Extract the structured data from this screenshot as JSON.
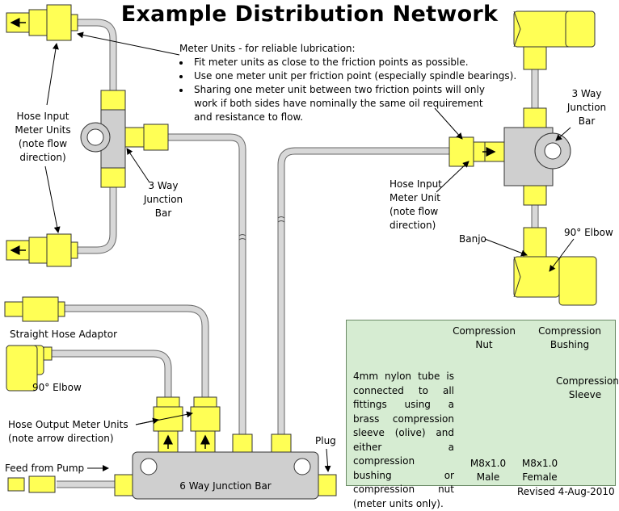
{
  "title": "Example Distribution Network",
  "meter_notes": {
    "heading": "Meter Units - for reliable lubrication:",
    "bullets": [
      "Fit meter units as close to the friction points as possible.",
      "Use one meter unit per friction point (especially spindle bearings).",
      "Sharing one meter unit between two friction points will only work if both sides have nominally the same oil requirement and resistance to flow."
    ]
  },
  "labels": {
    "hose_input_left": [
      "Hose Input",
      "Meter Units",
      "(note flow",
      "direction)"
    ],
    "junction_3way_left": [
      "3 Way",
      "Junction",
      "Bar"
    ],
    "junction_3way_right": [
      "3 Way",
      "Junction",
      "Bar"
    ],
    "hose_input_right": [
      "Hose Input",
      "Meter Unit",
      "(note flow",
      "direction)"
    ],
    "banjo": "Banjo",
    "elbow_right": "90° Elbow",
    "straight_hose_adaptor": "Straight Hose Adaptor",
    "elbow_left": "90° Elbow",
    "hose_output": [
      "Hose Output Meter Units",
      "(note arrow direction)"
    ],
    "plug": "Plug",
    "feed": "Feed from Pump",
    "junction_6way": "6 Way Junction Bar",
    "revised": "Revised 4-Aug-2010"
  },
  "inset": {
    "description": "4mm nylon tube is connected to all fittings using a brass compression sleeve (olive) and either a compression bushing or compression nut (meter units only).",
    "compression_nut": [
      "Compression",
      "Nut"
    ],
    "compression_bushing": [
      "Compression",
      "Bushing"
    ],
    "compression_sleeve": [
      "Compression",
      "Sleeve"
    ],
    "male": [
      "M8x1.0",
      "Male"
    ],
    "female": [
      "M8x1.0",
      "Female"
    ]
  },
  "colors": {
    "fitting": "#ffff55",
    "tube": "#d8d8d8",
    "bar": "#cfcfcf",
    "inset_bg": "#d6ecd2"
  }
}
